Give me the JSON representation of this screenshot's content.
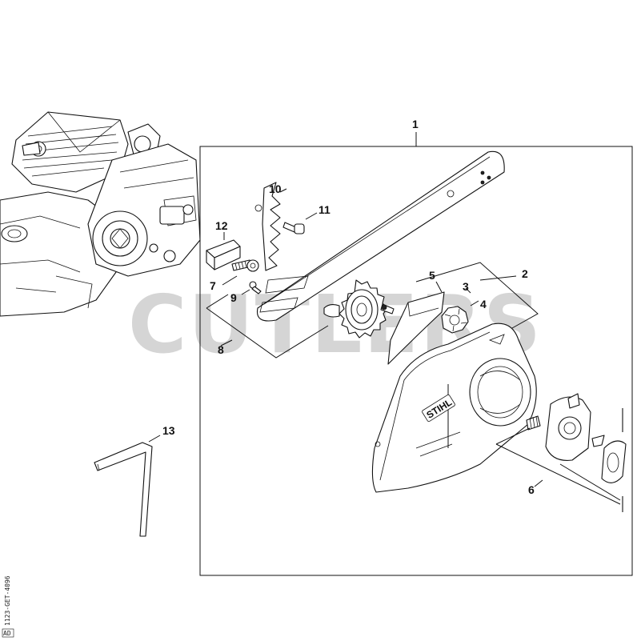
{
  "diagram": {
    "callouts": [
      "1",
      "2",
      "3",
      "4",
      "5",
      "6",
      "7",
      "8",
      "9",
      "10",
      "11",
      "12",
      "13"
    ],
    "brand_mark": "STIHL",
    "watermark": "CUTLERS",
    "drawing_code": "1123-GET-4096",
    "corner_mark": "AD"
  }
}
